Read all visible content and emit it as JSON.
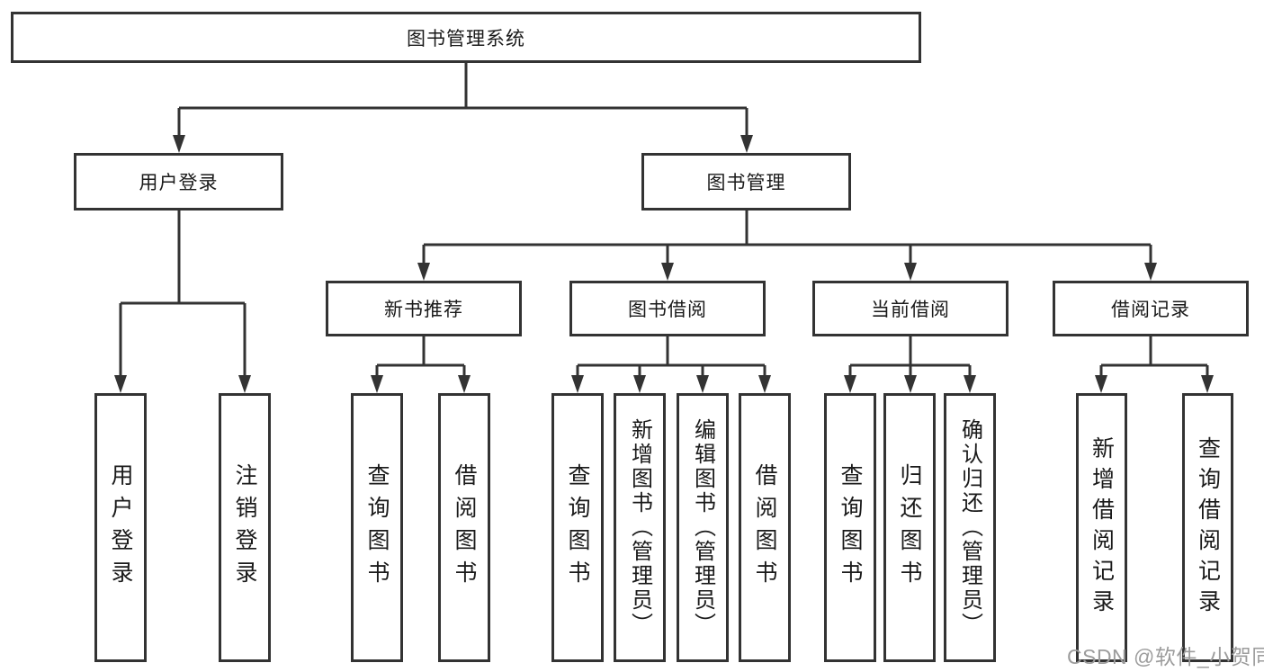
{
  "root": {
    "label": "图书管理系统"
  },
  "branches": [
    {
      "label": "用户登录",
      "children": [
        {
          "label": "用户登录"
        },
        {
          "label": "注销登录"
        }
      ]
    },
    {
      "label": "图书管理",
      "children": [
        {
          "label": "新书推荐",
          "children": [
            {
              "label": "查询图书"
            },
            {
              "label": "借阅图书"
            }
          ]
        },
        {
          "label": "图书借阅",
          "children": [
            {
              "label": "查询图书"
            },
            {
              "label": "新增图书（管理员）"
            },
            {
              "label": "编辑图书（管理员）"
            },
            {
              "label": "借阅图书"
            }
          ]
        },
        {
          "label": "当前借阅",
          "children": [
            {
              "label": "查询图书"
            },
            {
              "label": "归还图书"
            },
            {
              "label": "确认归还（管理员）"
            }
          ]
        },
        {
          "label": "借阅记录",
          "children": [
            {
              "label": "新增借阅记录"
            },
            {
              "label": "查询借阅记录"
            }
          ]
        }
      ]
    }
  ],
  "watermark": {
    "text": "CSDN @软件_小贺同学"
  },
  "colors": {
    "line": "#333333",
    "text": "#1a1a1a",
    "watermark": "#9c9c9c",
    "background": "#ffffff"
  }
}
